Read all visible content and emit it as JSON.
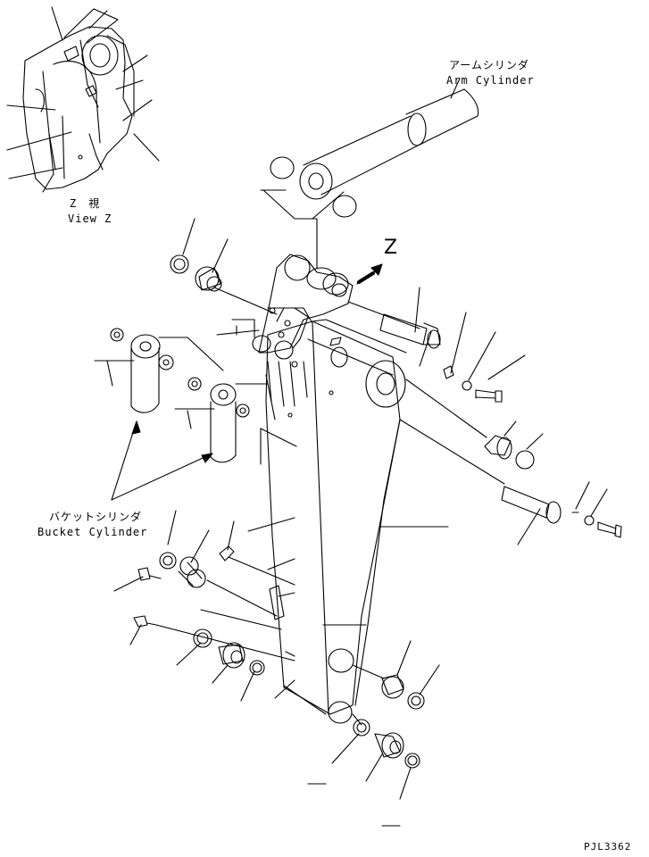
{
  "labels": {
    "arm_cylinder_jp": "アームシリンダ",
    "arm_cylinder_en": "Arm Cylinder",
    "view_z_jp": "Z　視",
    "view_z_en": "View Z",
    "z_marker": "Z",
    "bucket_cylinder_jp": "バケットシリンダ",
    "bucket_cylinder_en": "Bucket Cylinder",
    "drawing_code": "PJL3362"
  }
}
